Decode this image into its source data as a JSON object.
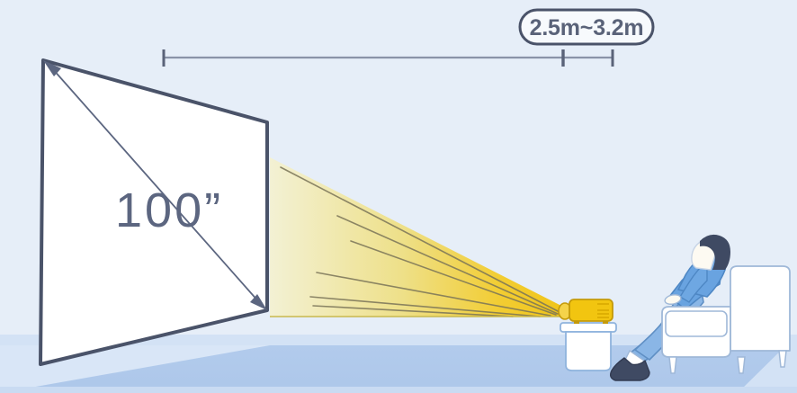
{
  "illustration": {
    "title": "projector-throw-distance-diagram",
    "background_color": "#e6eef8"
  },
  "distance_callout": {
    "label": "2.5m~3.2m",
    "border_color": "#4a5369",
    "fill_color": "#f7fafd",
    "text_color": "#5a6379"
  },
  "measure_line": {
    "color": "#8a93a8",
    "start_tick": "|",
    "middle_tick": "|",
    "end_tick": "|"
  },
  "screen": {
    "size_label": "100”",
    "outline_color": "#4a5369",
    "fill_color": "#ffffff",
    "arrow_color": "#5c6680"
  },
  "beam": {
    "near_color": "#f0c419",
    "far_color": "#f2f0d0",
    "ray_color": "#7a7458"
  },
  "projector": {
    "body_color": "#f2c510",
    "outline_color": "#c49a0a",
    "vent_color": "#d9a900",
    "lens_color": "#f5d34a"
  },
  "stool": {
    "fill_color": "#ffffff",
    "outline_color": "#8fb3dd"
  },
  "person": {
    "shirt_color": "#69a3e0",
    "pants_color": "#86b3e4",
    "hair_color": "#3f4a63",
    "skin_color": "#fdfaf2",
    "shoe_color": "#3f4a63"
  },
  "armchair": {
    "fill_color": "#ffffff",
    "outline_color": "#9fb8d8"
  },
  "floor": {
    "near_color": "#d7e4f6",
    "mid_color": "#aec8ea",
    "far_color": "#c3d7f1"
  }
}
